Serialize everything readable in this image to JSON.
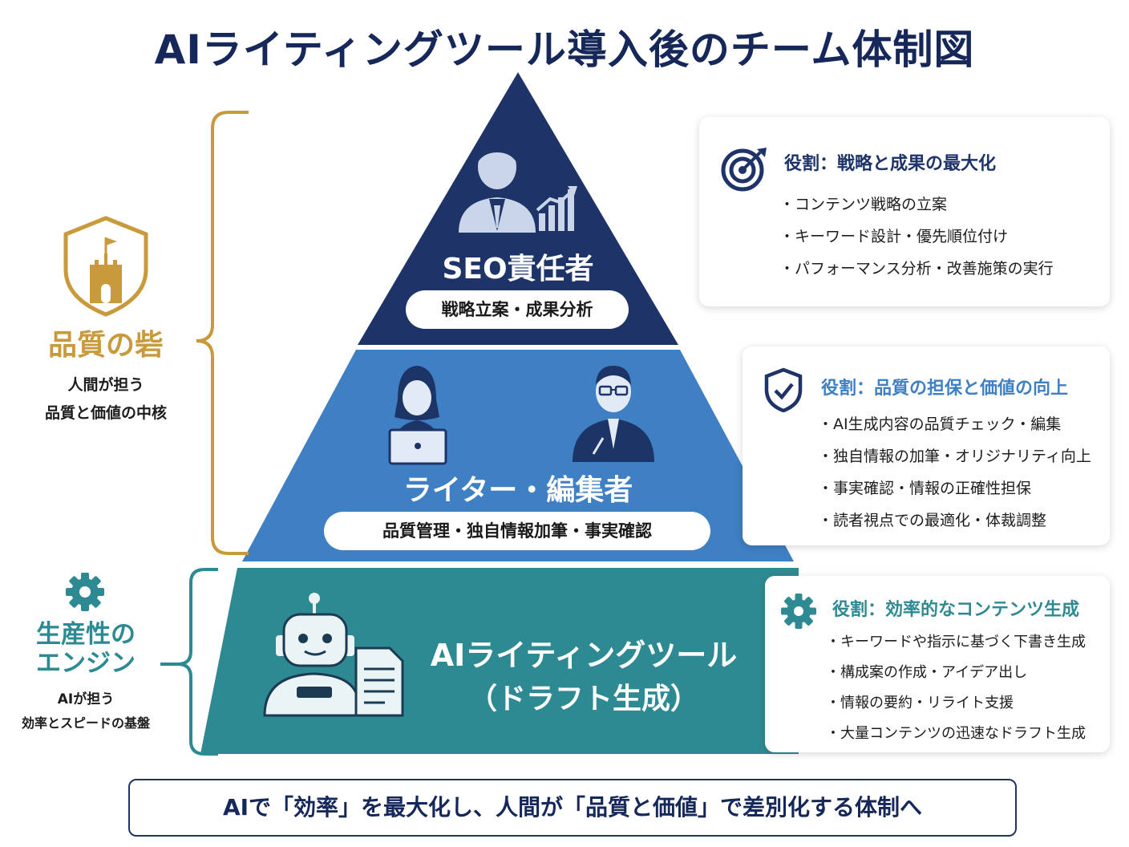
{
  "title": "AIライティングツール導入後のチーム体制図",
  "colors": {
    "navy": "#1e3468",
    "blue": "#3f7fc4",
    "teal": "#2e8a92",
    "gold": "#c89a3c"
  },
  "left": {
    "quality": {
      "icon": "castle-shield-icon",
      "title": "品質の砦",
      "sub1": "人間が担う",
      "sub2": "品質と価値の中核"
    },
    "engine": {
      "icon": "gear-icon",
      "title1": "生産性の",
      "title2": "エンジン",
      "sub1": "AIが担う",
      "sub2": "効率とスピードの基盤"
    }
  },
  "tiers": {
    "seo": {
      "icon": "manager-with-chart-icon",
      "title": "SEO責任者",
      "pill": "戦略立案・成果分析"
    },
    "writer": {
      "icon": "writer-and-editor-icon",
      "title": "ライター・編集者",
      "pill": "品質管理・独自情報加筆・事実確認"
    },
    "ai": {
      "icon": "robot-with-document-icon",
      "title1": "AIライティングツール",
      "title2": "（ドラフト生成）"
    }
  },
  "cards": {
    "seo": {
      "icon": "target-icon",
      "title": "役割：戦略と成果の最大化",
      "items": [
        "・コンテンツ戦略の立案",
        "・キーワード設計・優先順位付け",
        "・パフォーマンス分析・改善施策の実行"
      ]
    },
    "writer": {
      "icon": "shield-check-icon",
      "title": "役割：品質の担保と価値の向上",
      "items": [
        "・AI生成内容の品質チェック・編集",
        "・独自情報の加筆・オリジナリティ向上",
        "・事実確認・情報の正確性担保",
        "・読者視点での最適化・体裁調整"
      ]
    },
    "ai": {
      "icon": "gear-icon",
      "title": "役割：効率的なコンテンツ生成",
      "items": [
        "・キーワードや指示に基づく下書き生成",
        "・構成案の作成・アイデア出し",
        "・情報の要約・リライト支援",
        "・大量コンテンツの迅速なドラフト生成"
      ]
    }
  },
  "footer": "AIで「効率」を最大化し、人間が「品質と価値」で差別化する体制へ"
}
